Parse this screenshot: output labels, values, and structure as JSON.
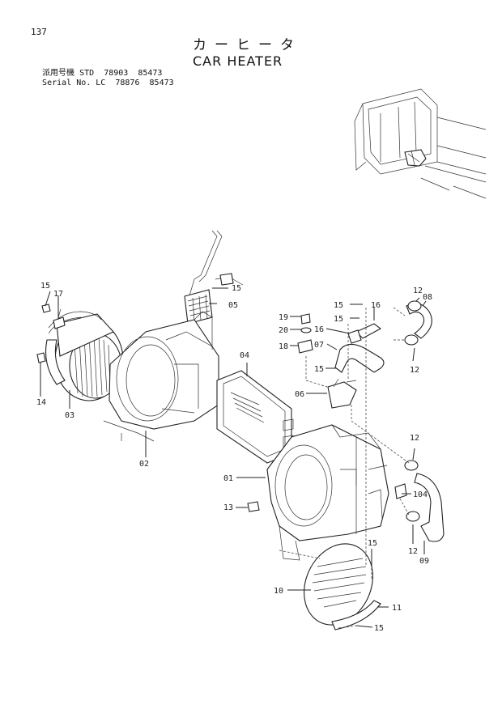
{
  "page_number": "137",
  "title_jp": "カーヒータ",
  "title_en": "CAR HEATER",
  "serial_rows": [
    {
      "label": "派用号機 STD",
      "from": "78903",
      "to": "85473"
    },
    {
      "label": "Serial No. LC",
      "from": "78876",
      "to": "85473"
    }
  ],
  "callouts": {
    "c01": "01",
    "c02": "02",
    "c03": "03",
    "c04": "04",
    "c05": "05",
    "c06": "06",
    "c07": "07",
    "c08": "08",
    "c09": "09",
    "c10": "10",
    "c11": "11",
    "c12a": "12",
    "c12b": "12",
    "c12c": "12",
    "c12d": "12",
    "c13": "13",
    "c14": "14",
    "c15a": "15",
    "c15b": "15",
    "c15c": "15",
    "c15d": "15",
    "c15e": "15",
    "c15f": "15",
    "c15g": "15",
    "c16a": "16",
    "c16b": "16",
    "c17": "17",
    "c18": "18",
    "c19": "19",
    "c20": "20",
    "c104": "104"
  }
}
